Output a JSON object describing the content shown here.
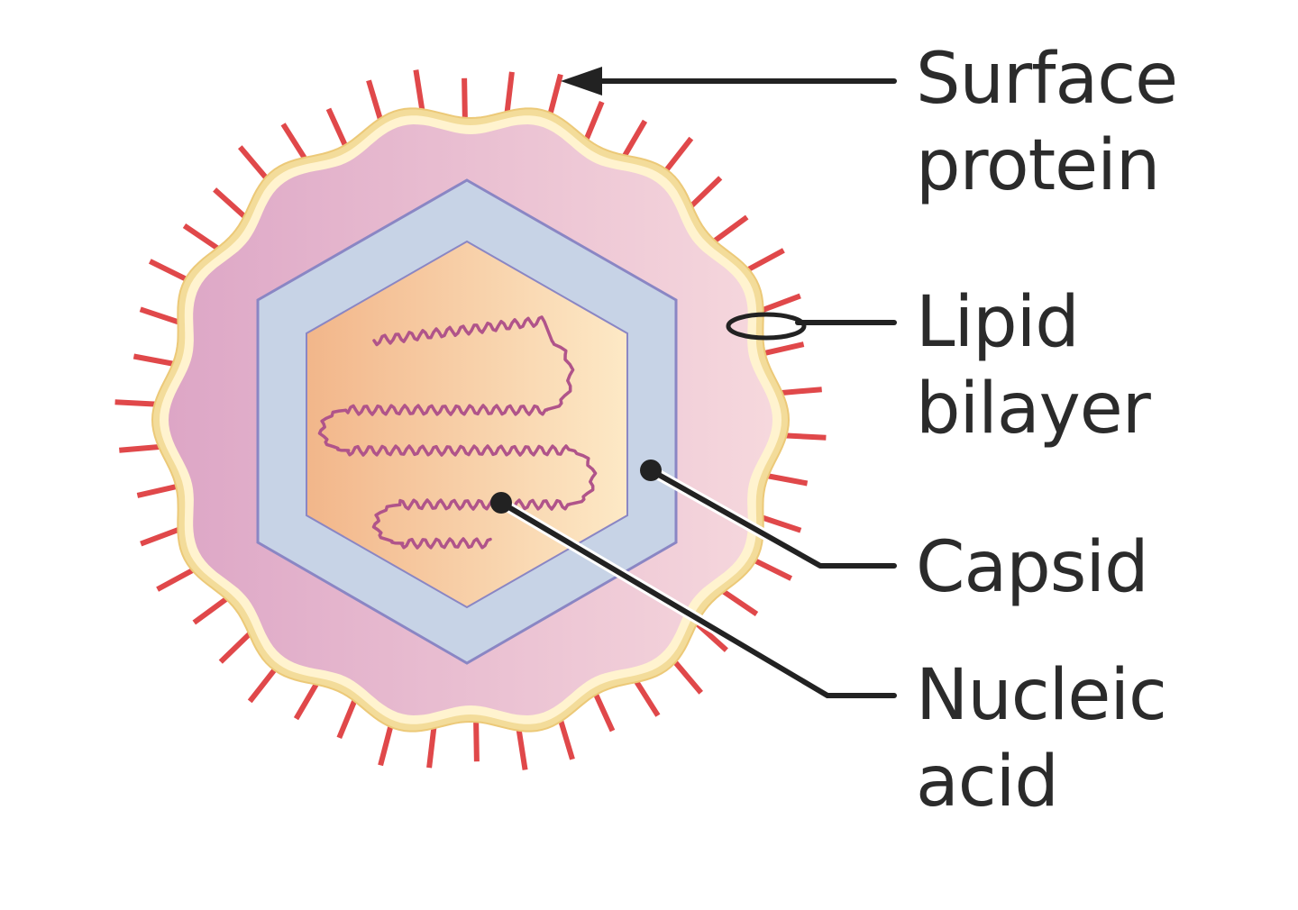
{
  "labels": {
    "surface_protein": {
      "line1": "Surface",
      "line2": "protein"
    },
    "lipid_bilayer": {
      "line1": "Lipid",
      "line2": "bilayer"
    },
    "capsid": {
      "line1": "Capsid"
    },
    "nucleic_acid": {
      "line1": "Nucleic",
      "line2": "acid"
    }
  },
  "colors": {
    "spike": "#e0484a",
    "membrane_outer": "#f3dc9a",
    "membrane_inner": "#fff3cf",
    "envelope_light": "#f6d6dc",
    "envelope_dark": "#dda6c6",
    "capsid": "#c7d3e6",
    "capsid_edge": "#8a86c4",
    "core_light": "#fde6c1",
    "core_dark": "#f2b68a",
    "nucleic_acid": "#b0548a",
    "leader": "#222222"
  }
}
